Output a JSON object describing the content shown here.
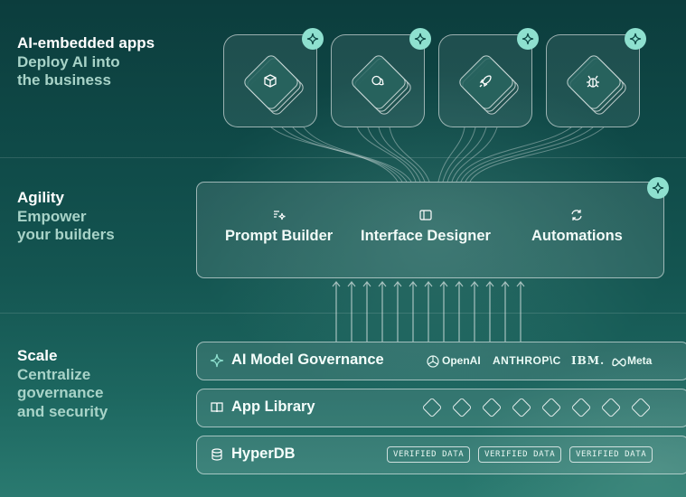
{
  "sections": {
    "apps": {
      "title": "AI-embedded apps",
      "subtitle_line1": "Deploy AI into",
      "subtitle_line2": "the business"
    },
    "agility": {
      "title": "Agility",
      "subtitle_line1": "Empower",
      "subtitle_line2": "your builders"
    },
    "scale": {
      "title": "Scale",
      "subtitle_line1": "Centralize",
      "subtitle_line2": "governance",
      "subtitle_line3": "and security"
    }
  },
  "app_cards": [
    {
      "icon": "cube-icon"
    },
    {
      "icon": "chat-bubbles-icon"
    },
    {
      "icon": "rocket-icon"
    },
    {
      "icon": "bug-icon"
    }
  ],
  "tools": [
    {
      "label": "Prompt Builder",
      "icon": "sparkle-text-icon"
    },
    {
      "label": "Interface Designer",
      "icon": "panel-layout-icon"
    },
    {
      "label": "Automations",
      "icon": "refresh-icon"
    }
  ],
  "scale_rows": {
    "governance": {
      "label": "AI Model Governance",
      "icon": "sparkle-icon",
      "brands": [
        "OpenAI",
        "ANTHROP\\C",
        "IBM.",
        "Meta"
      ]
    },
    "library": {
      "label": "App Library",
      "icon": "book-icon",
      "diamond_count": 8
    },
    "hyperdb": {
      "label": "HyperDB",
      "icon": "database-icon",
      "badges": [
        "VERIFIED DATA",
        "VERIFIED DATA",
        "VERIFIED DATA"
      ]
    }
  },
  "colors": {
    "accent": "#8ee0cf",
    "label_secondary": "#a8d3c8"
  }
}
